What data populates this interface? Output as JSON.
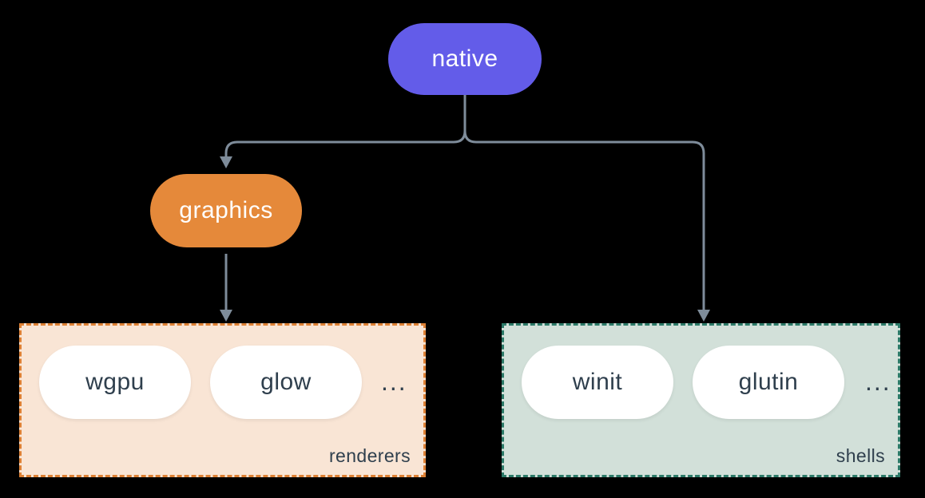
{
  "colors": {
    "background": "#000000",
    "connector": "#7e8c9a",
    "native": "#635ce9",
    "graphics": "#e5893a",
    "renderers_bg": "#f9e5d5",
    "renderers_border": "#dd8034",
    "shells_bg": "#d2e0d9",
    "shells_border": "#2c7a68",
    "chip_text": "#2f3f4d"
  },
  "nodes": {
    "native": {
      "label": "native"
    },
    "graphics": {
      "label": "graphics"
    }
  },
  "groups": [
    {
      "name": "renderers",
      "label": "renderers",
      "items": [
        "wgpu",
        "glow"
      ],
      "ellipsis": "..."
    },
    {
      "name": "shells",
      "label": "shells",
      "items": [
        "winit",
        "glutin"
      ],
      "ellipsis": "..."
    }
  ],
  "edges": [
    {
      "from": "native",
      "to": "graphics"
    },
    {
      "from": "native",
      "to": "shells"
    },
    {
      "from": "graphics",
      "to": "renderers"
    }
  ]
}
